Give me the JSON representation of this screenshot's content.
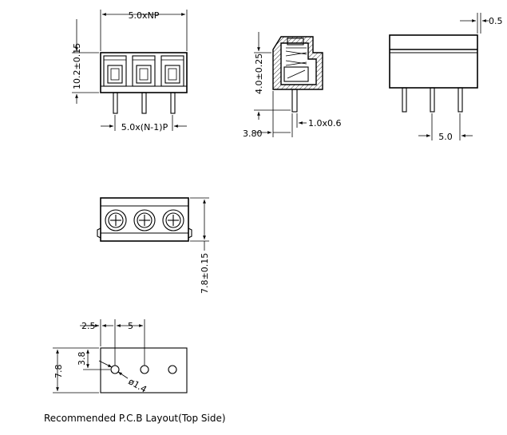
{
  "front_view": {
    "width_dim": "5.0xNP",
    "height_dim": "10.2±0.15",
    "pitch_dim": "5.0x(N-1)P"
  },
  "side_view": {
    "height_dim": "4.0±0.25",
    "offset_dim": "3.80",
    "pin_dim": "1.0x0.6"
  },
  "back_view": {
    "top_dim": "0.5",
    "pitch_dim": "5.0"
  },
  "top_view": {
    "depth_dim": "7.8±0.15"
  },
  "pcb_layout": {
    "edge_dim": "2.5",
    "pitch_dim": "5",
    "height_dim": "7.8",
    "row_dim": "3.8",
    "hole_dim": "ø1.4",
    "caption": "Recommended P.C.B Layout(Top Side)"
  }
}
